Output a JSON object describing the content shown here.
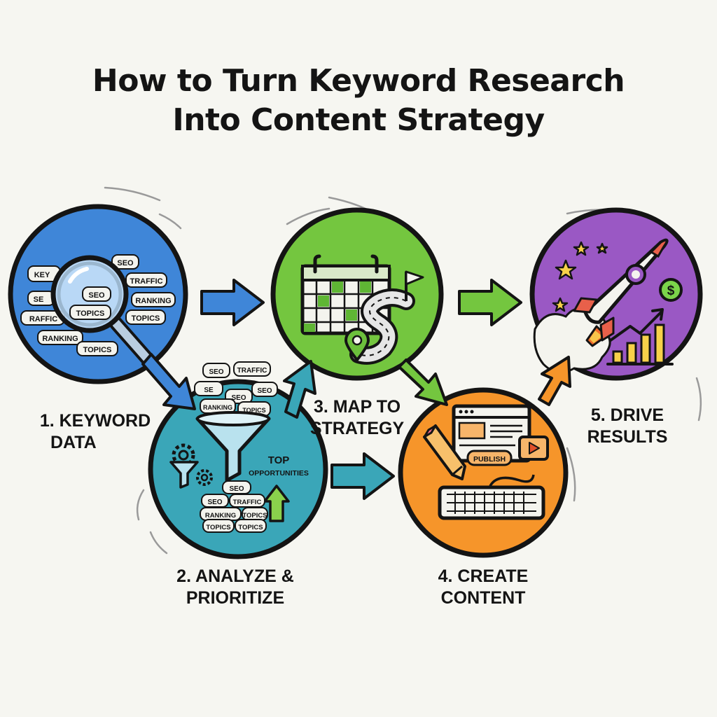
{
  "title": {
    "line1": "How to Turn Keyword Research",
    "line2": "Into Content Strategy"
  },
  "steps": [
    {
      "label_line1": "1. KEYWORD",
      "label_line2": "DATA",
      "color": "#3f86d8",
      "icon": "magnifying-glass-icon"
    },
    {
      "label_line1": "2. ANALYZE &",
      "label_line2": "PRIORITIZE",
      "color": "#3aa6b8",
      "icon": "funnel-icon"
    },
    {
      "label_line1": "3. MAP TO",
      "label_line2": "STRATEGY",
      "color": "#74c63f",
      "icon": "calendar-icon"
    },
    {
      "label_line1": "4. CREATE",
      "label_line2": "CONTENT",
      "color": "#f6952a",
      "icon": "laptop-icon"
    },
    {
      "label_line1": "5. DRIVE",
      "label_line2": "RESULTS",
      "color": "#9a58c4",
      "icon": "rocket-icon"
    }
  ],
  "keyword_tags": {
    "seo": "SEO",
    "traffic": "TRAFFIC",
    "ranking": "RANKING",
    "topics": "TOPICS",
    "key": "KEY",
    "se": "SE",
    "raffic": "RAFFIC"
  },
  "analyze": {
    "top": "TOP",
    "opportunities": "OPPORTUNITIES"
  },
  "content": {
    "publish": "PUBLISH"
  },
  "results": {
    "currency": "$"
  }
}
